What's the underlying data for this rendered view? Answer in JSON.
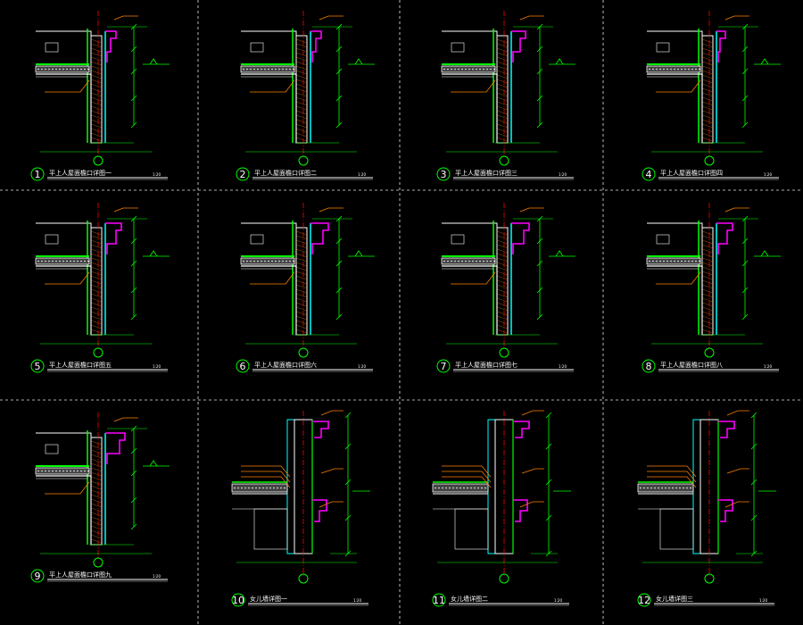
{
  "drawing": {
    "background": "#000000",
    "colors": {
      "concrete": "#ffffff",
      "insulation": "#00ff00",
      "waterproof": "#00ffff",
      "parapet_trim": "#ff00ff",
      "centerline": "#ff0000",
      "dimension": "#00ff00",
      "leader": "#ff8000",
      "grid": "#ffffff"
    },
    "details": [
      {
        "num": "1",
        "caption": "平上人屋面檐口详图一",
        "scale": "1:20"
      },
      {
        "num": "2",
        "caption": "平上人屋面檐口详图二",
        "scale": "1:20"
      },
      {
        "num": "3",
        "caption": "平上人屋面檐口详图三",
        "scale": "1:20"
      },
      {
        "num": "4",
        "caption": "平上人屋面檐口详图四",
        "scale": "1:20"
      },
      {
        "num": "5",
        "caption": "平上人屋面檐口详图五",
        "scale": "1:20"
      },
      {
        "num": "6",
        "caption": "平上人屋面檐口详图六",
        "scale": "1:20"
      },
      {
        "num": "7",
        "caption": "平上人屋面檐口详图七",
        "scale": "1:20"
      },
      {
        "num": "8",
        "caption": "平上人屋面檐口详图八",
        "scale": "1:20"
      },
      {
        "num": "9",
        "caption": "平上人屋面檐口详图九",
        "scale": "1:20"
      },
      {
        "num": "10",
        "caption": "女儿墙详图一",
        "scale": "1:20"
      },
      {
        "num": "11",
        "caption": "女儿墙详图二",
        "scale": "1:20"
      },
      {
        "num": "12",
        "caption": "女儿墙详图三",
        "scale": "1:20"
      }
    ]
  }
}
